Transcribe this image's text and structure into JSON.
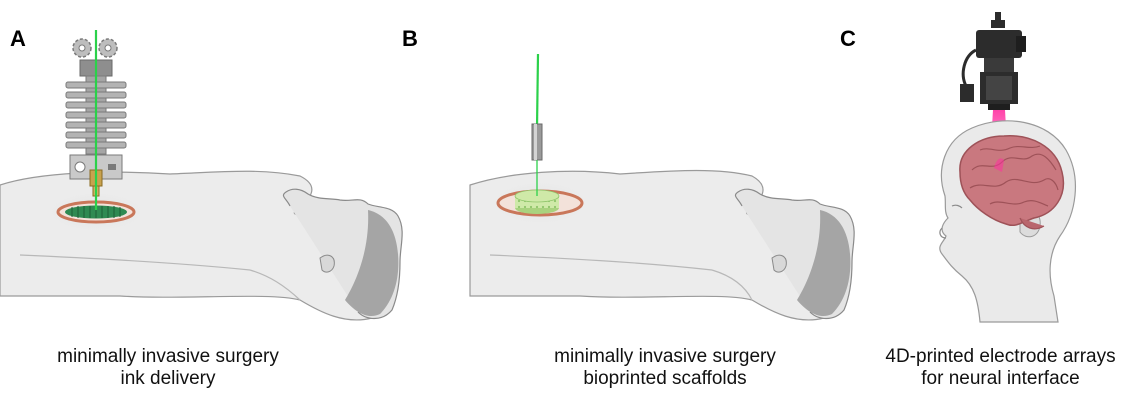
{
  "panels": [
    {
      "letter": "A",
      "caption_line1": "minimally invasive surgery",
      "caption_line2": "ink delivery"
    },
    {
      "letter": "B",
      "caption_line1": "minimally invasive surgery",
      "caption_line2": "bioprinted scaffolds"
    },
    {
      "letter": "C",
      "caption_line1": "4D-printed electrode arrays",
      "caption_line2": "for neural interface"
    }
  ],
  "colors": {
    "skin": "#ececec",
    "outline": "#7a7a7a",
    "wound_rim": "#c9775a",
    "implant_green": "#2f8a52",
    "scaffold_green": "#bfe09a",
    "fiber_green": "#2bd14a",
    "laser_pink": "#ff2fa0",
    "brain": "#c9787f",
    "metal": "#9a9a9a",
    "camera": "#2c2c2c"
  }
}
